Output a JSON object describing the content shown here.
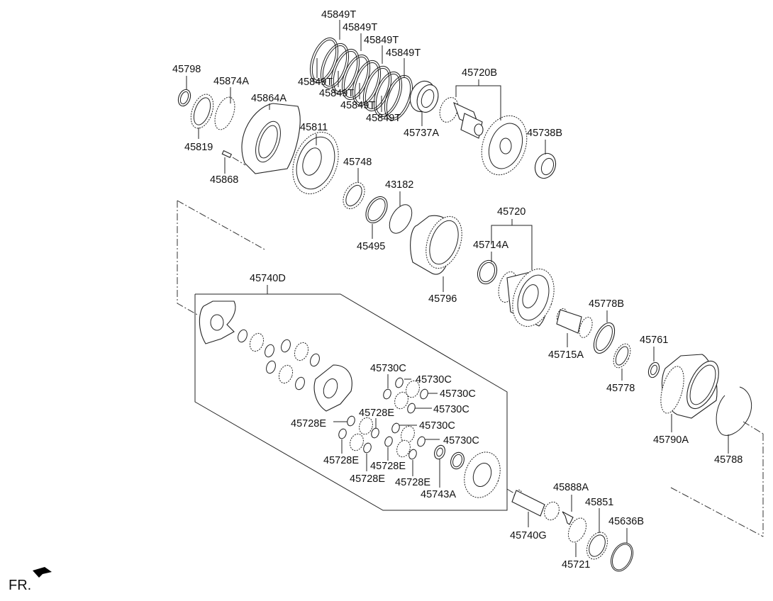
{
  "diagram": {
    "type": "exploded-parts-diagram",
    "orientation_label": "FR.",
    "part_numbers": {
      "p45849T_1": "45849T",
      "p45849T_2": "45849T",
      "p45849T_3": "45849T",
      "p45849T_4": "45849T",
      "p45849T_5": "45849T",
      "p45849T_6": "45849T",
      "p45849T_7": "45849T",
      "p45849T_8": "45849T",
      "p45798": "45798",
      "p45874A": "45874A",
      "p45864A": "45864A",
      "p45819": "45819",
      "p45868": "45868",
      "p45811": "45811",
      "p45720B": "45720B",
      "p45737A": "45737A",
      "p45738B": "45738B",
      "p45748": "45748",
      "p43182": "43182",
      "p45495": "45495",
      "p45720": "45720",
      "p45714A": "45714A",
      "p45796": "45796",
      "p45740D": "45740D",
      "p45778B": "45778B",
      "p45715A": "45715A",
      "p45761": "45761",
      "p45778": "45778",
      "p45790A": "45790A",
      "p45788": "45788",
      "p45730C_1": "45730C",
      "p45730C_2": "45730C",
      "p45730C_3": "45730C",
      "p45730C_4": "45730C",
      "p45730C_5": "45730C",
      "p45730C_6": "45730C",
      "p45728E_1": "45728E",
      "p45728E_2": "45728E",
      "p45728E_3": "45728E",
      "p45728E_4": "45728E",
      "p45728E_5": "45728E",
      "p45728E_6": "45728E",
      "p45743A": "45743A",
      "p45888A": "45888A",
      "p45851": "45851",
      "p45636B": "45636B",
      "p45740G": "45740G",
      "p45721": "45721"
    }
  }
}
